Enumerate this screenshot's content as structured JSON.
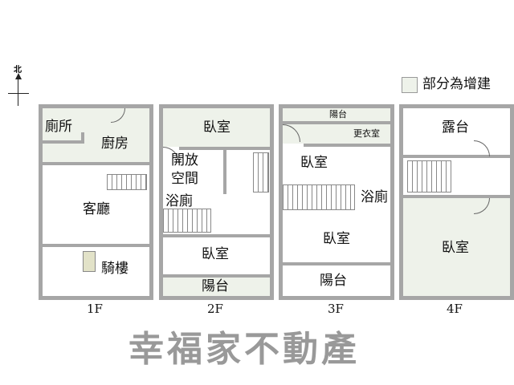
{
  "compass": {
    "label": "北"
  },
  "legend": {
    "label": "部分為增建",
    "color": "#eef2ea"
  },
  "floors": [
    {
      "label": "1F",
      "rooms": [
        "廁所",
        "廚房",
        "客廳",
        "騎樓"
      ]
    },
    {
      "label": "2F",
      "rooms": [
        "臥室",
        "開放",
        "空間",
        "浴廁",
        "臥室",
        "陽台"
      ]
    },
    {
      "label": "3F",
      "rooms": [
        "陽台",
        "更衣室",
        "臥室",
        "浴廁",
        "臥室",
        "陽台"
      ]
    },
    {
      "label": "4F",
      "rooms": [
        "露台",
        "臥室"
      ]
    }
  ],
  "watermark": "幸福家不動產"
}
